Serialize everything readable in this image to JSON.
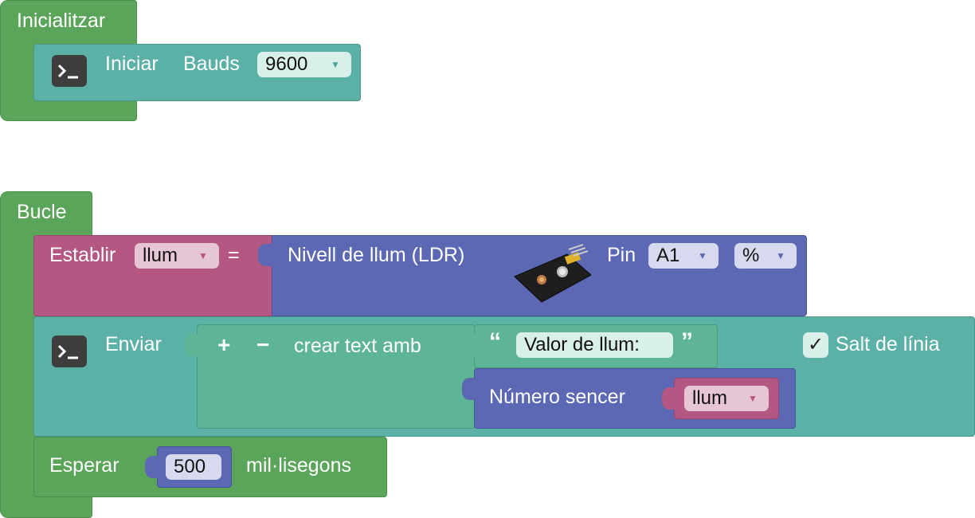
{
  "setup_block": {
    "label": "Inicialitzar",
    "serial_begin": {
      "label": "Iniciar",
      "bauds_label": "Bauds",
      "bauds_value": "9600",
      "icon": "terminal-icon"
    }
  },
  "loop_block": {
    "label": "Bucle",
    "set_var": {
      "label": "Establir",
      "var_name": "llum",
      "equals": "=",
      "sensor": {
        "label": "Nivell de llum (LDR)",
        "image": "ldr-sensor-module",
        "pin_label": "Pin",
        "pin_value": "A1",
        "unit_value": "%"
      }
    },
    "serial_print": {
      "label": "Enviar",
      "icon": "terminal-icon",
      "plus": "+",
      "minus": "−",
      "create_text_label": "crear text amb",
      "quote_open": "“",
      "text_value": "Valor de llum:",
      "quote_close": "”",
      "integer_label": "Número sencer",
      "integer_var": "llum",
      "checkbox_mark": "✓",
      "newline_checked": true,
      "newline_label": "Salt de línia"
    },
    "delay": {
      "label": "Esperar",
      "value": "500",
      "unit": "mil·lisegons"
    }
  },
  "colors": {
    "setup_green": "#5ba55a",
    "serial_teal": "#5cb1a6",
    "text_teal": "#5db596",
    "variable_pink": "#b45883",
    "math_purple": "#5c68b4"
  }
}
